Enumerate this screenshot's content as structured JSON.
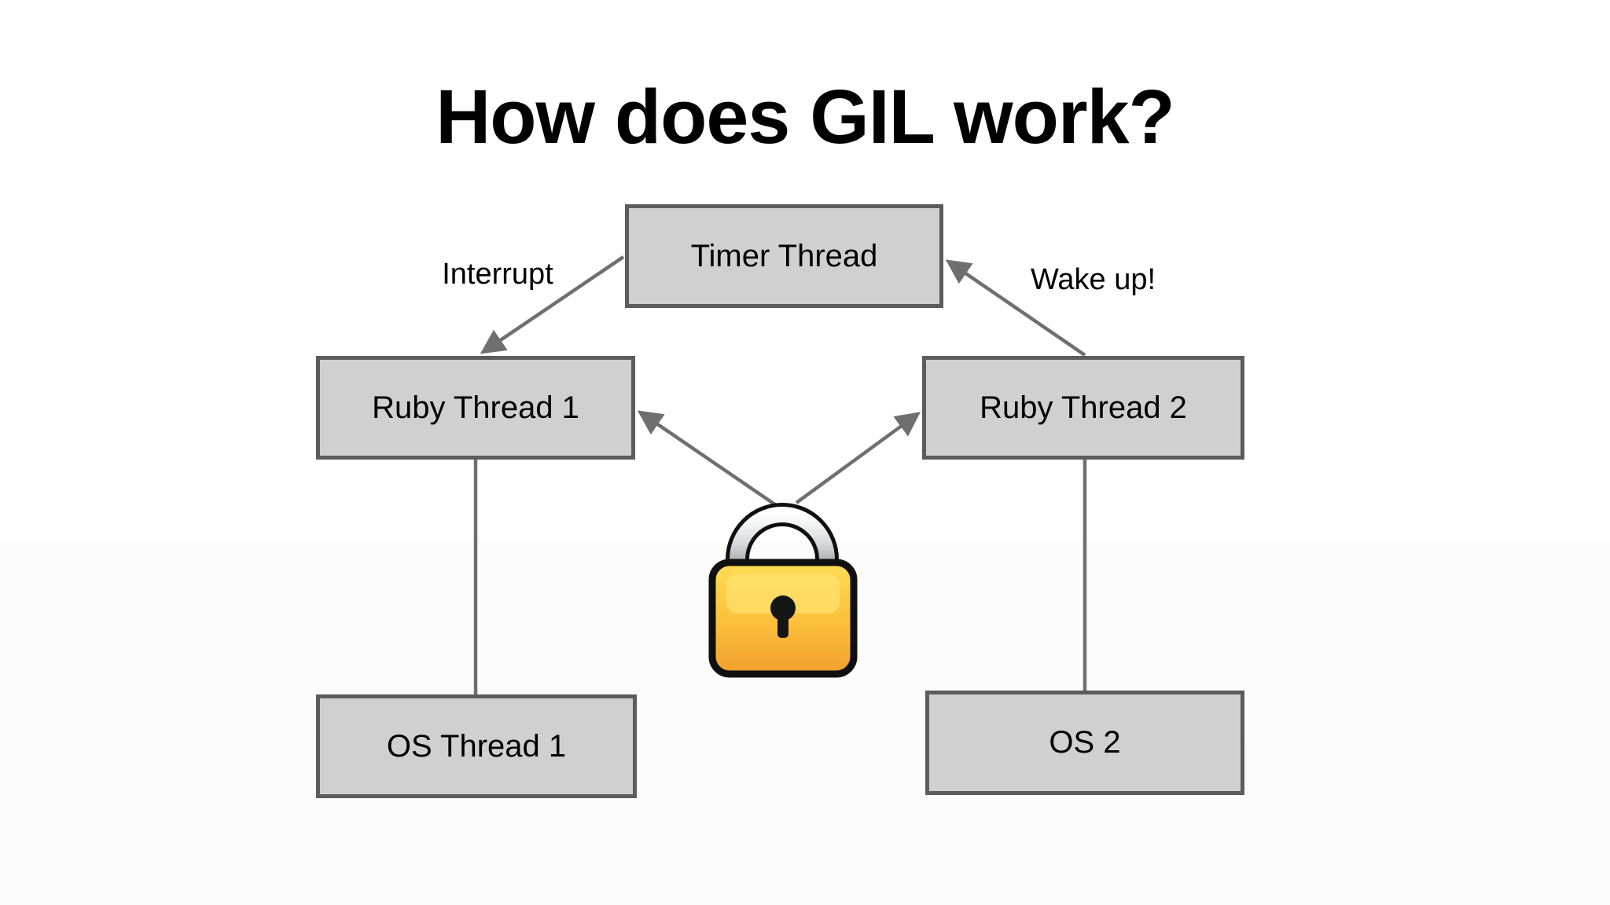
{
  "title": "How does GIL work?",
  "diagram": {
    "nodes": {
      "timer": {
        "label": "Timer Thread"
      },
      "ruby1": {
        "label": "Ruby Thread 1"
      },
      "ruby2": {
        "label": "Ruby Thread 2"
      },
      "os1": {
        "label": "OS Thread 1"
      },
      "os2": {
        "label": "OS 2"
      }
    },
    "edge_labels": {
      "interrupt": "Interrupt",
      "wakeup": "Wake up!"
    },
    "icons": {
      "lock": "lock-icon"
    },
    "colors": {
      "background": "#ffffff",
      "node_fill": "#d0d0d0",
      "node_border": "#5c5c5c",
      "connector": "#6f6f6f",
      "text": "#000000",
      "lock_gold": "#FBBF3C",
      "lock_gold_light": "#FFDD55",
      "lock_silver": "#C9CDD1",
      "lock_outline": "#101010"
    }
  }
}
